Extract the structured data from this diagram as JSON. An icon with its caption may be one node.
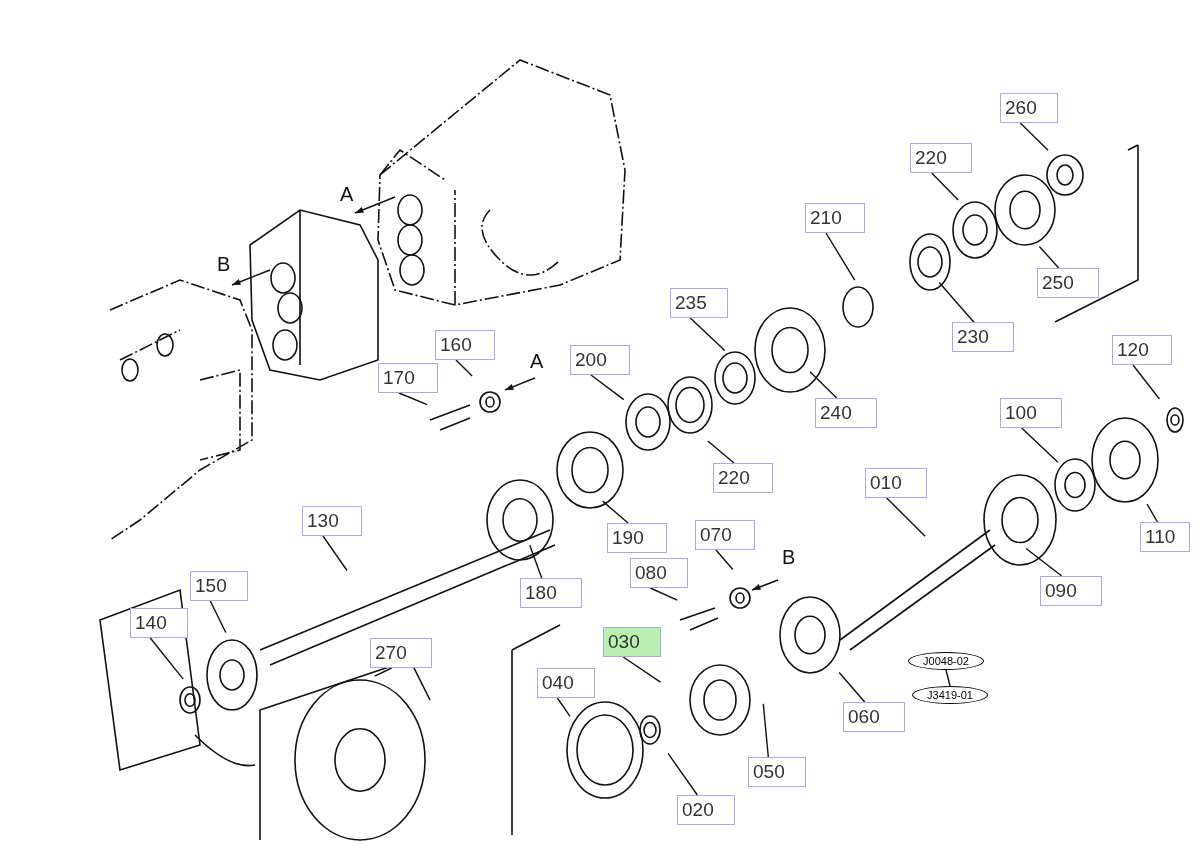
{
  "diagram": {
    "nodes": [
      {
        "text": [
          "260"
        ]
      },
      {
        "text": [
          "220"
        ]
      },
      {
        "text": [
          "210"
        ]
      },
      {
        "text": [
          "250"
        ]
      },
      {
        "text": [
          "230"
        ]
      },
      {
        "text": [
          "235"
        ]
      },
      {
        "text": [
          "240"
        ]
      },
      {
        "text": [
          "200"
        ]
      },
      {
        "text": [
          "160"
        ]
      },
      {
        "text": [
          "170"
        ]
      },
      {
        "text": [
          "220"
        ]
      },
      {
        "text": [
          "120"
        ]
      },
      {
        "text": [
          "100"
        ]
      },
      {
        "text": [
          "010"
        ]
      },
      {
        "text": [
          "190"
        ]
      },
      {
        "text": [
          "130"
        ]
      },
      {
        "text": [
          "070"
        ]
      },
      {
        "text": [
          "110"
        ]
      },
      {
        "text": [
          "080"
        ]
      },
      {
        "text": [
          "180"
        ]
      },
      {
        "text": [
          "090"
        ]
      },
      {
        "text": [
          "150"
        ]
      },
      {
        "text": [
          "140"
        ]
      },
      {
        "text": [
          "030"
        ]
      },
      {
        "text": [
          "270"
        ]
      },
      {
        "text": [
          "J0048-02"
        ]
      },
      {
        "text": [
          "040"
        ]
      },
      {
        "text": [
          "J3419-01"
        ]
      },
      {
        "text": [
          "060"
        ]
      },
      {
        "text": [
          "050"
        ]
      },
      {
        "text": [
          "020"
        ]
      }
    ],
    "edges": [
      {
        "from": 0,
        "to": null,
        "arrow": "none"
      },
      {
        "from": 1,
        "to": null,
        "arrow": "none"
      },
      {
        "from": 2,
        "to": null,
        "arrow": "none"
      },
      {
        "from": 3,
        "to": null,
        "arrow": "none"
      },
      {
        "from": 4,
        "to": null,
        "arrow": "none"
      },
      {
        "from": 5,
        "to": null,
        "arrow": "none"
      },
      {
        "from": 6,
        "to": null,
        "arrow": "none"
      },
      {
        "from": 7,
        "to": null,
        "arrow": "none"
      },
      {
        "from": 8,
        "to": null,
        "arrow": "none"
      },
      {
        "from": 9,
        "to": null,
        "arrow": "none"
      },
      {
        "from": 10,
        "to": null,
        "arrow": "none"
      },
      {
        "from": 11,
        "to": null,
        "arrow": "none"
      },
      {
        "from": 12,
        "to": null,
        "arrow": "none"
      },
      {
        "from": 13,
        "to": null,
        "arrow": "none"
      },
      {
        "from": 14,
        "to": null,
        "arrow": "none"
      },
      {
        "from": 15,
        "to": null,
        "arrow": "none"
      },
      {
        "from": 16,
        "to": null,
        "arrow": "none"
      },
      {
        "from": 17,
        "to": null,
        "arrow": "none"
      },
      {
        "from": 18,
        "to": null,
        "arrow": "none"
      },
      {
        "from": 19,
        "to": null,
        "arrow": "none"
      },
      {
        "from": 20,
        "to": null,
        "arrow": "none"
      },
      {
        "from": 21,
        "to": null,
        "arrow": "none"
      },
      {
        "from": 22,
        "to": null,
        "arrow": "none"
      },
      {
        "from": 23,
        "to": null,
        "arrow": "none"
      },
      {
        "from": 24,
        "to": null,
        "arrow": "none"
      },
      {
        "from": 25,
        "to": 27,
        "arrow": "none"
      },
      {
        "from": 26,
        "to": null,
        "arrow": "none"
      },
      {
        "from": 28,
        "to": null,
        "arrow": "none"
      },
      {
        "from": 29,
        "to": null,
        "arrow": "none"
      },
      {
        "from": 30,
        "to": null,
        "arrow": "none"
      }
    ],
    "labels": [
      "B",
      "A",
      "A",
      "B"
    ]
  }
}
